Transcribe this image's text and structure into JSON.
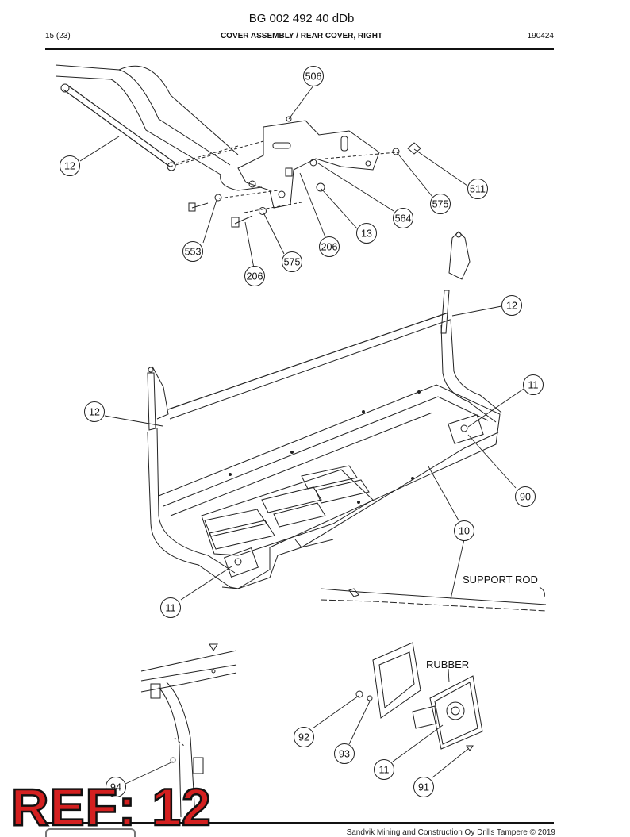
{
  "header": {
    "doc_number": "BG 002 492 40 dDb",
    "page": "15 (23)",
    "title": "COVER ASSEMBLY / REAR COVER, RIGHT",
    "date_code": "190424"
  },
  "callouts": [
    "506",
    "12",
    "511",
    "575",
    "564",
    "13",
    "553",
    "206",
    "575",
    "206",
    "12",
    "11",
    "12",
    "90",
    "10",
    "11",
    "92",
    "93",
    "11",
    "91",
    "94"
  ],
  "notes": {
    "support_rod": "SUPPORT ROD",
    "rubber": "RUBBER"
  },
  "footer": {
    "copyright": "Sandvik Mining and Construction Oy Drills Tampere © 2019"
  },
  "stamp": {
    "label": "REF: 12",
    "color": "#d42020"
  }
}
